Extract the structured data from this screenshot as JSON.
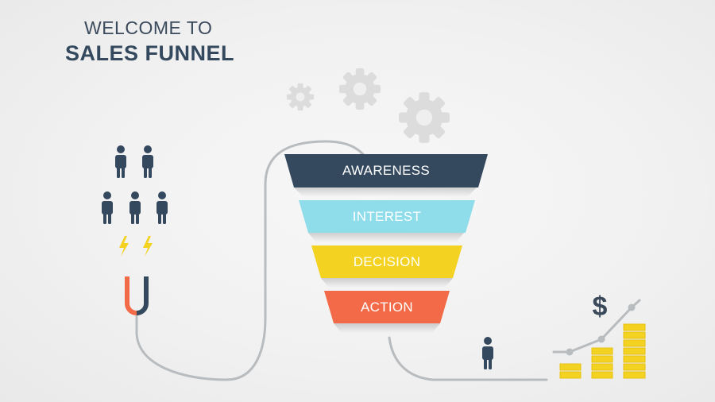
{
  "header": {
    "line1": "WELCOME TO",
    "line2": "SALES FUNNEL"
  },
  "funnel": {
    "stages": [
      {
        "label": "AWARENESS",
        "color": "#34495e"
      },
      {
        "label": "INTEREST",
        "color": "#8fdcea"
      },
      {
        "label": "DECISION",
        "color": "#f4d221"
      },
      {
        "label": "ACTION",
        "color": "#f26a47"
      }
    ]
  },
  "growth": {
    "symbol": "$"
  },
  "colors": {
    "dark": "#34495e",
    "gear": "#dcdcdc",
    "wire": "#b8bcbf",
    "gold": "#f4d221",
    "magnet_red": "#f26a47",
    "lightning": "#f4d221"
  },
  "icons": [
    "people-icon",
    "lightning-icon",
    "magnet-icon",
    "gear-icon",
    "person-icon",
    "dollar-icon",
    "coin-stack-icon",
    "trend-line-icon"
  ]
}
